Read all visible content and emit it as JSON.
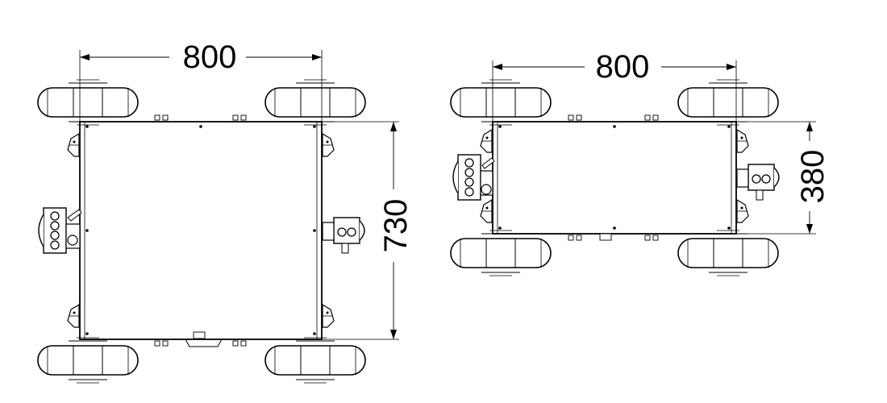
{
  "drawing": {
    "left_view": {
      "width_label": "800",
      "height_label": "730"
    },
    "right_view": {
      "width_label": "800",
      "height_label": "380"
    },
    "line_color": "#000000",
    "wheel_fill": "#ffffff"
  }
}
